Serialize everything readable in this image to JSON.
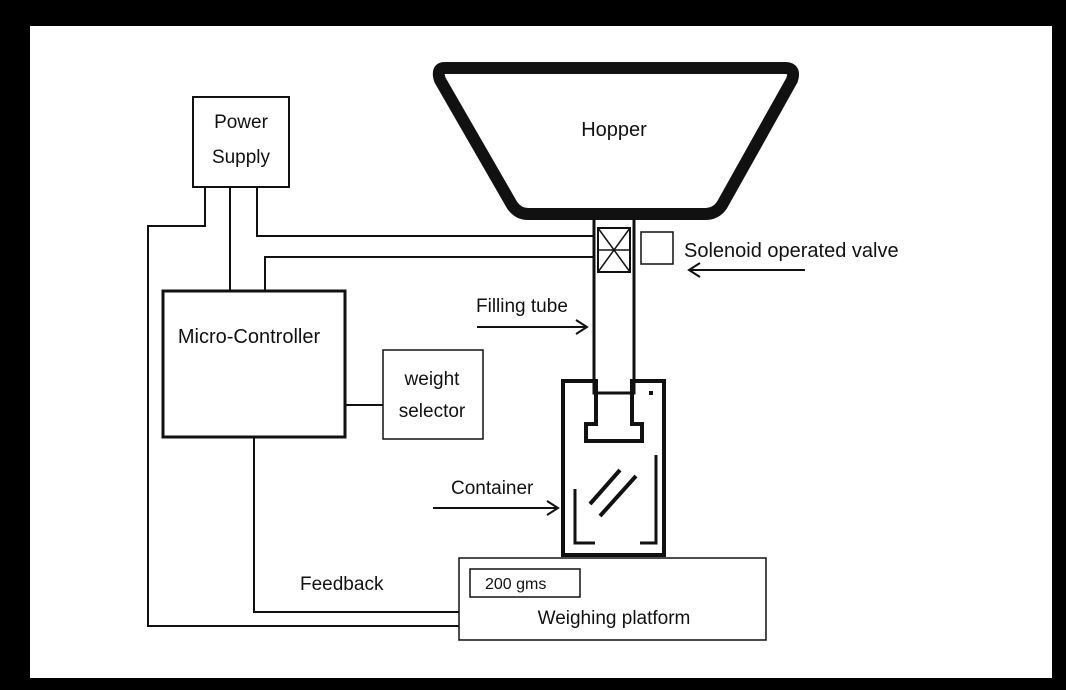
{
  "diagram": {
    "hopper": "Hopper",
    "power_supply": [
      "Power",
      "Supply"
    ],
    "micro_controller": "Micro-Controller",
    "weight_selector": [
      "weight",
      "selector"
    ],
    "solenoid_valve": "Solenoid operated valve",
    "filling_tube": "Filling tube",
    "container": "Container",
    "feedback": "Feedback",
    "display_value": "200 gms",
    "weighing_platform": "Weighing platform"
  },
  "colors": {
    "background": "#ffffff",
    "frame": "#000000",
    "line": "#111111"
  }
}
